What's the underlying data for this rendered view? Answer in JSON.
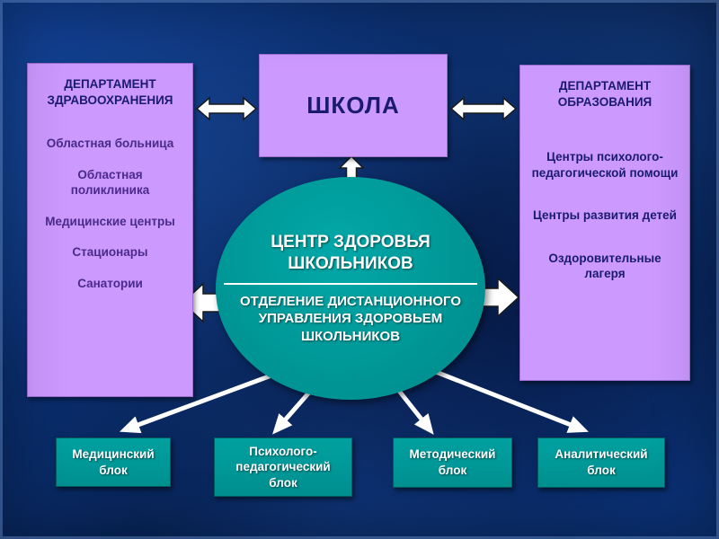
{
  "slide": {
    "colors": {
      "background": "#0a2f72",
      "box_purple": "#cc99ff",
      "teal": "#009191",
      "title_text": "#1b1b6e",
      "left_item_text": "#4a2a8a",
      "right_item_text": "#1b1b6e",
      "arrow_fill": "#ffffff"
    },
    "school_box": {
      "label": "ШКОЛА"
    },
    "health_dept": {
      "title": "ДЕПАРТАМЕНТ ЗДРАВООХРАНЕНИЯ",
      "items": [
        "Областная больница",
        "Областная поликлиника",
        "Медицинские центры",
        "Стационары",
        "Санатории"
      ]
    },
    "education_dept": {
      "title": "ДЕПАРТАМЕНТ ОБРАЗОВАНИЯ",
      "items": [
        "Центры психолого-педагогической помощи",
        "Центры развития детей",
        "Оздоровительные лагеря"
      ]
    },
    "center": {
      "title": "ЦЕНТР ЗДОРОВЬЯ ШКОЛЬНИКОВ",
      "subtitle": "ОТДЕЛЕНИЕ ДИСТАНЦИОННОГО УПРАВЛЕНИЯ ЗДОРОВЬЕМ ШКОЛЬНИКОВ"
    },
    "blocks": [
      "Медицинский блок",
      "Психолого-педагогический блок",
      "Методический блок",
      "Аналитический блок"
    ]
  }
}
